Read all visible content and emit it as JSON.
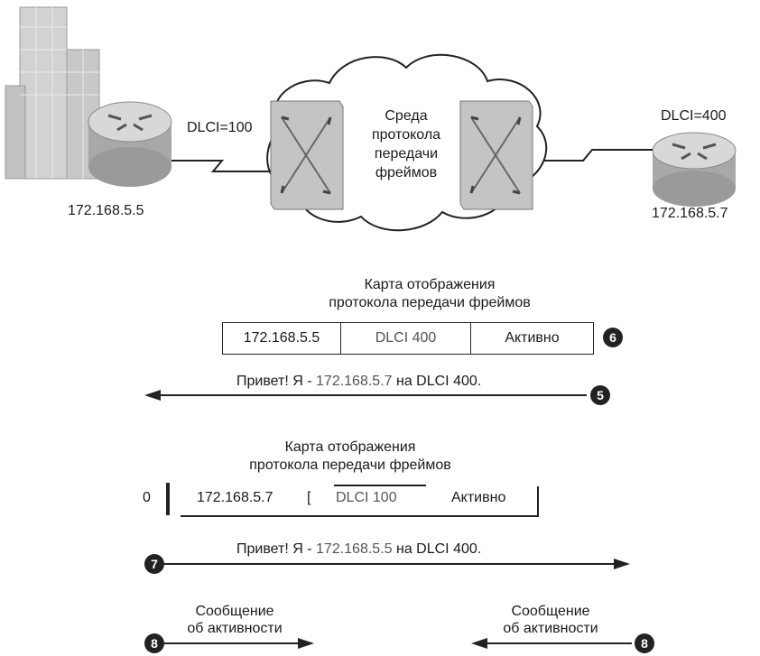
{
  "left_router": {
    "dlci_label": "DLCI=100",
    "ip": "172.168.5.5"
  },
  "right_router": {
    "dlci_label": "DLCI=400",
    "ip": "172.168.5.7"
  },
  "cloud": {
    "line1": "Среда",
    "line2": "протокола",
    "line3": "передачи",
    "line4": "фреймов"
  },
  "map1": {
    "title_line1": "Карта отображения",
    "title_line2": "протокола передачи фреймов",
    "ip": "172.168.5.5",
    "dlci": "DLCI 400",
    "status": "Активно",
    "step": "6"
  },
  "msg5": {
    "prefix": "Привет! Я - ",
    "ip": "172.168.5.7",
    "suffix": " на DLCI 400.",
    "step": "5"
  },
  "map2": {
    "title_line1": "Карта отображения",
    "title_line2": "протокола передачи фреймов",
    "left_mark": "0",
    "ip": "172.168.5.7",
    "bracket": "[",
    "dlci": "DLCI 100",
    "status": "Активно"
  },
  "msg7": {
    "prefix": "Привет! Я - ",
    "ip": "172.168.5.5",
    "suffix": " на DLCI 400.",
    "step": "7"
  },
  "keepalive_left": {
    "line1": "Сообщение",
    "line2": "об активности",
    "step": "8"
  },
  "keepalive_right": {
    "line1": "Сообщение",
    "line2": "об активности",
    "step": "8"
  },
  "colors": {
    "ink": "#1a1a1a",
    "badge": "#222222",
    "building": "#cfcfcf",
    "router": "#bdbdbd",
    "switch": "#c4c4c4"
  }
}
